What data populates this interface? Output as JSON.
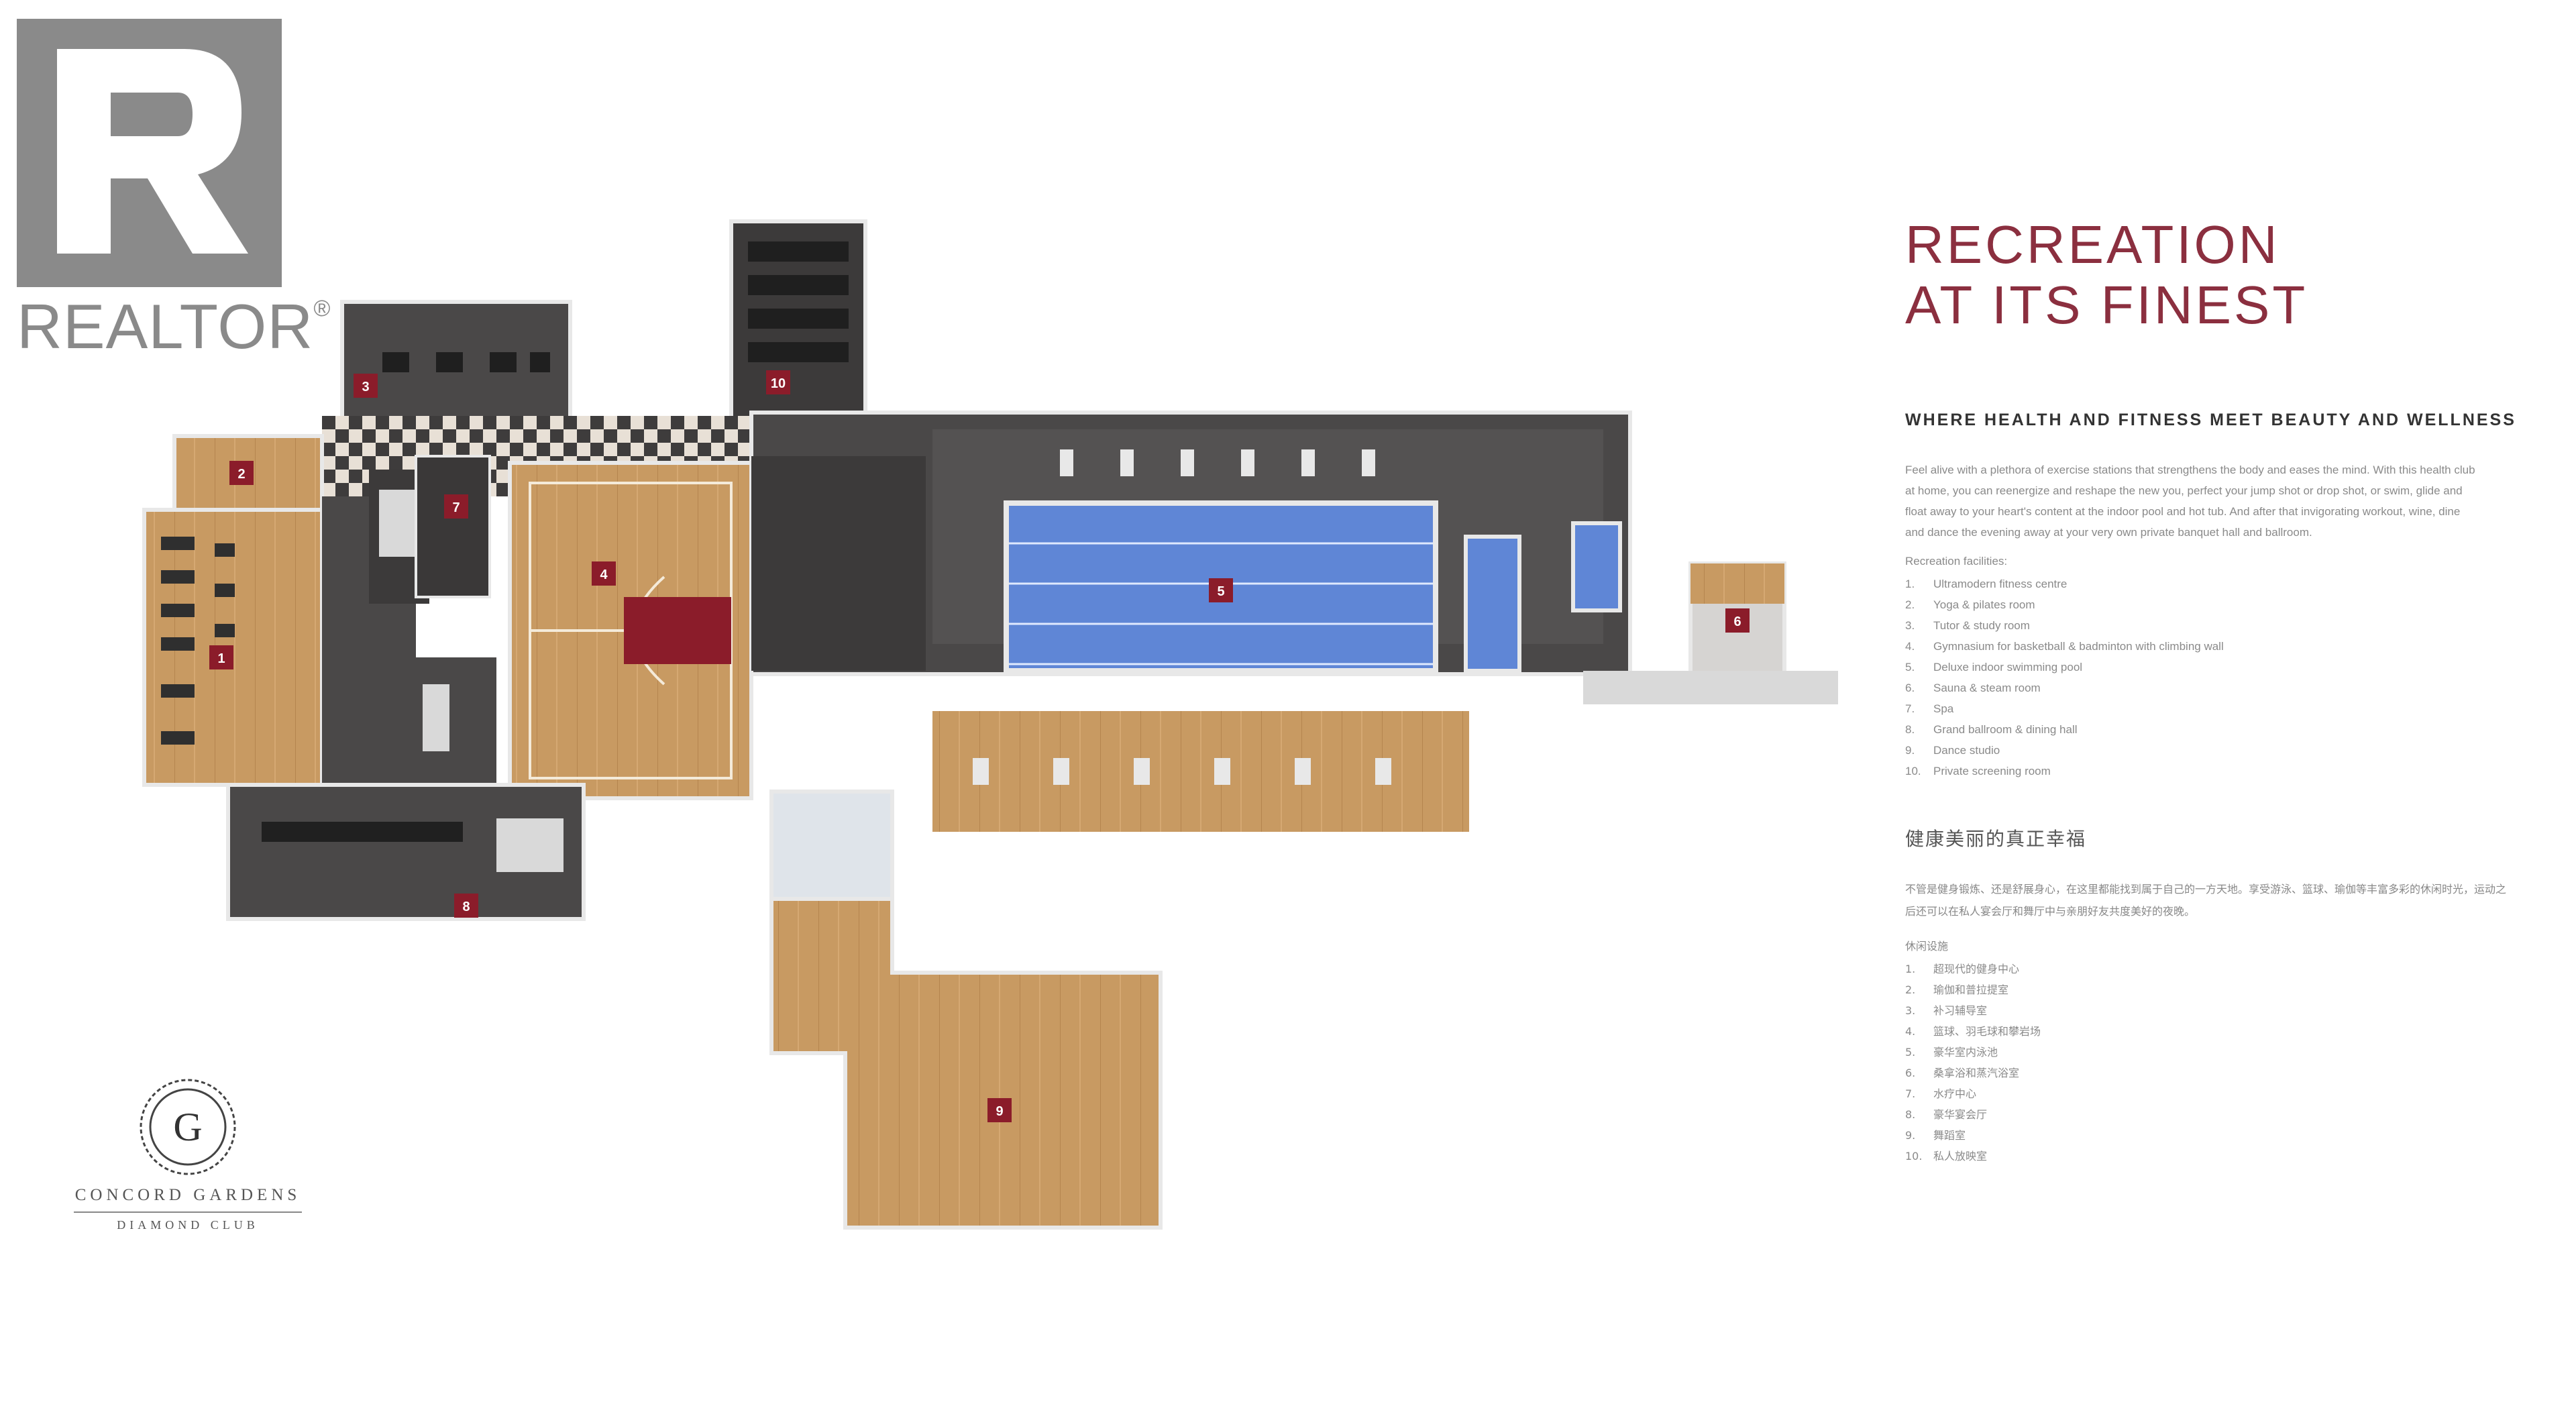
{
  "realtor": {
    "wordmark": "REALTOR",
    "registered": "®",
    "mark_letter": "R"
  },
  "title_lines": [
    "RECREATION",
    "AT ITS FINEST"
  ],
  "subtitle": "WHERE HEALTH AND FITNESS MEET BEAUTY AND WELLNESS",
  "intro_en": "Feel alive with a plethora of exercise stations that strengthens the body and eases the mind. With this health club at home, you can reenergize and reshape the new you, perfect your jump shot or drop shot, or swim, glide and float away to your heart's content at the indoor pool and hot tub. And after that invigorating workout, wine, dine and dance the evening away at your very own private banquet hall and ballroom.",
  "facilities_en_heading": "Recreation facilities:",
  "facilities_en": [
    {
      "num": "1.",
      "label": "Ultramodern fitness centre"
    },
    {
      "num": "2.",
      "label": "Yoga & pilates room"
    },
    {
      "num": "3.",
      "label": "Tutor & study room"
    },
    {
      "num": "4.",
      "label": "Gymnasium for basketball & badminton with climbing wall"
    },
    {
      "num": "5.",
      "label": "Deluxe indoor swimming pool"
    },
    {
      "num": "6.",
      "label": "Sauna & steam room"
    },
    {
      "num": "7.",
      "label": "Spa"
    },
    {
      "num": "8.",
      "label": "Grand ballroom & dining hall"
    },
    {
      "num": "9.",
      "label": "Dance studio"
    },
    {
      "num": "10.",
      "label": "Private screening room"
    }
  ],
  "zh_heading": "健康美丽的真正幸福",
  "intro_zh": "不管是健身锻炼、还是舒展身心，在这里都能找到属于自己的一方天地。享受游泳、篮球、瑜伽等丰富多彩的休闲时光，运动之后还可以在私人宴会厅和舞厅中与亲朋好友共度美好的夜晚。",
  "facilities_zh_heading": "休闲设施",
  "facilities_zh": [
    {
      "num": "1.",
      "label": "超现代的健身中心"
    },
    {
      "num": "2.",
      "label": "瑜伽和普拉提室"
    },
    {
      "num": "3.",
      "label": "补习辅导室"
    },
    {
      "num": "4.",
      "label": "篮球、羽毛球和攀岩场"
    },
    {
      "num": "5.",
      "label": "豪华室内泳池"
    },
    {
      "num": "6.",
      "label": "桑拿浴和蒸汽浴室"
    },
    {
      "num": "7.",
      "label": "水疗中心"
    },
    {
      "num": "8.",
      "label": "豪华宴会厅"
    },
    {
      "num": "9.",
      "label": "舞蹈室"
    },
    {
      "num": "10.",
      "label": "私人放映室"
    }
  ],
  "room_badges": [
    "1",
    "2",
    "3",
    "4",
    "5",
    "6",
    "7",
    "8",
    "9",
    "10"
  ],
  "concord": {
    "monogram": "G",
    "name": "CONCORD GARDENS",
    "club": "DIAMOND CLUB"
  },
  "colors": {
    "brand_red": "#8b1c2a",
    "title": "#8b2f3f",
    "realtor_gray": "#8a8a8a",
    "pool_blue": "#5f86d6",
    "wood": "#c89a62",
    "dark_floor": "#4a4848"
  }
}
